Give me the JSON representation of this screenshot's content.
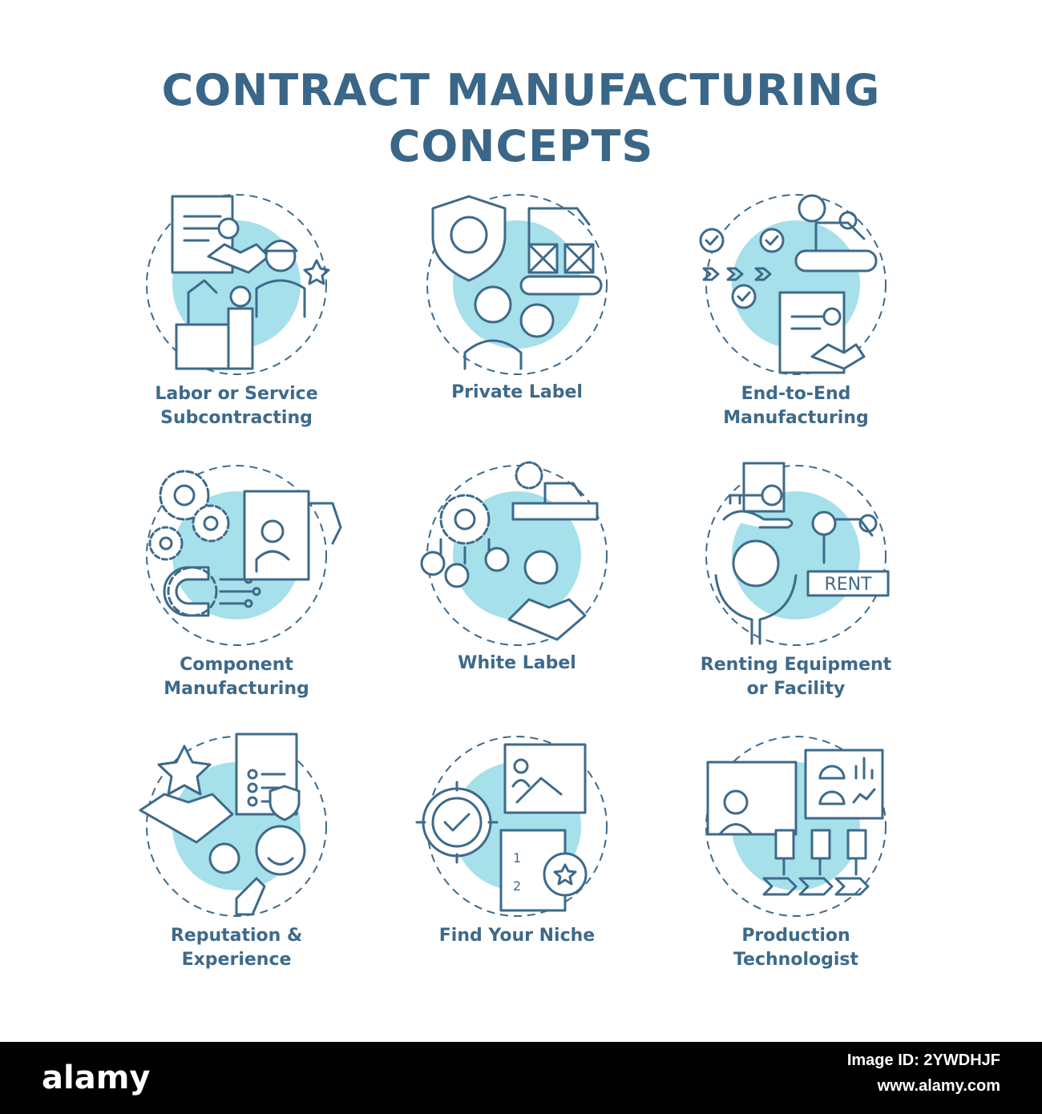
{
  "title": {
    "line1": "CONTRACT MANUFACTURING",
    "line2": "CONCEPTS"
  },
  "concepts": [
    {
      "line1": "Labor or Service",
      "line2": "Subcontracting",
      "icon": "contract-handshake-worker-icon"
    },
    {
      "line1": "Private Label",
      "line2": "",
      "icon": "shield-crane-conveyor-icon"
    },
    {
      "line1": "End-to-End",
      "line2": "Manufacturing",
      "icon": "workflow-robot-arm-contract-icon"
    },
    {
      "line1": "Component",
      "line2": "Manufacturing",
      "icon": "gears-magnet-engineer-icon"
    },
    {
      "line1": "White Label",
      "line2": "",
      "icon": "gear-flow-handshake-dollar-icon"
    },
    {
      "line1": "Renting Equipment",
      "line2": "or Facility",
      "icon": "key-dollar-rent-robot-icon",
      "badge": "RENT"
    },
    {
      "line1": "Reputation &",
      "line2": "Experience",
      "icon": "star-dollar-checklist-smiley-icon"
    },
    {
      "line1": "Find Your Niche",
      "line2": "",
      "icon": "target-check-clipboard-icon"
    },
    {
      "line1": "Production",
      "line2": "Technologist",
      "icon": "engineer-dashboard-flow-icon"
    }
  ],
  "colors": {
    "title": "#3a6688",
    "stroke": "#3e6a8a",
    "fill": "#a6e0ea",
    "footer": "#000000"
  },
  "footer": {
    "brand": "alamy",
    "image_id": "Image ID: 2YWDHJF",
    "site": "www.alamy.com"
  }
}
